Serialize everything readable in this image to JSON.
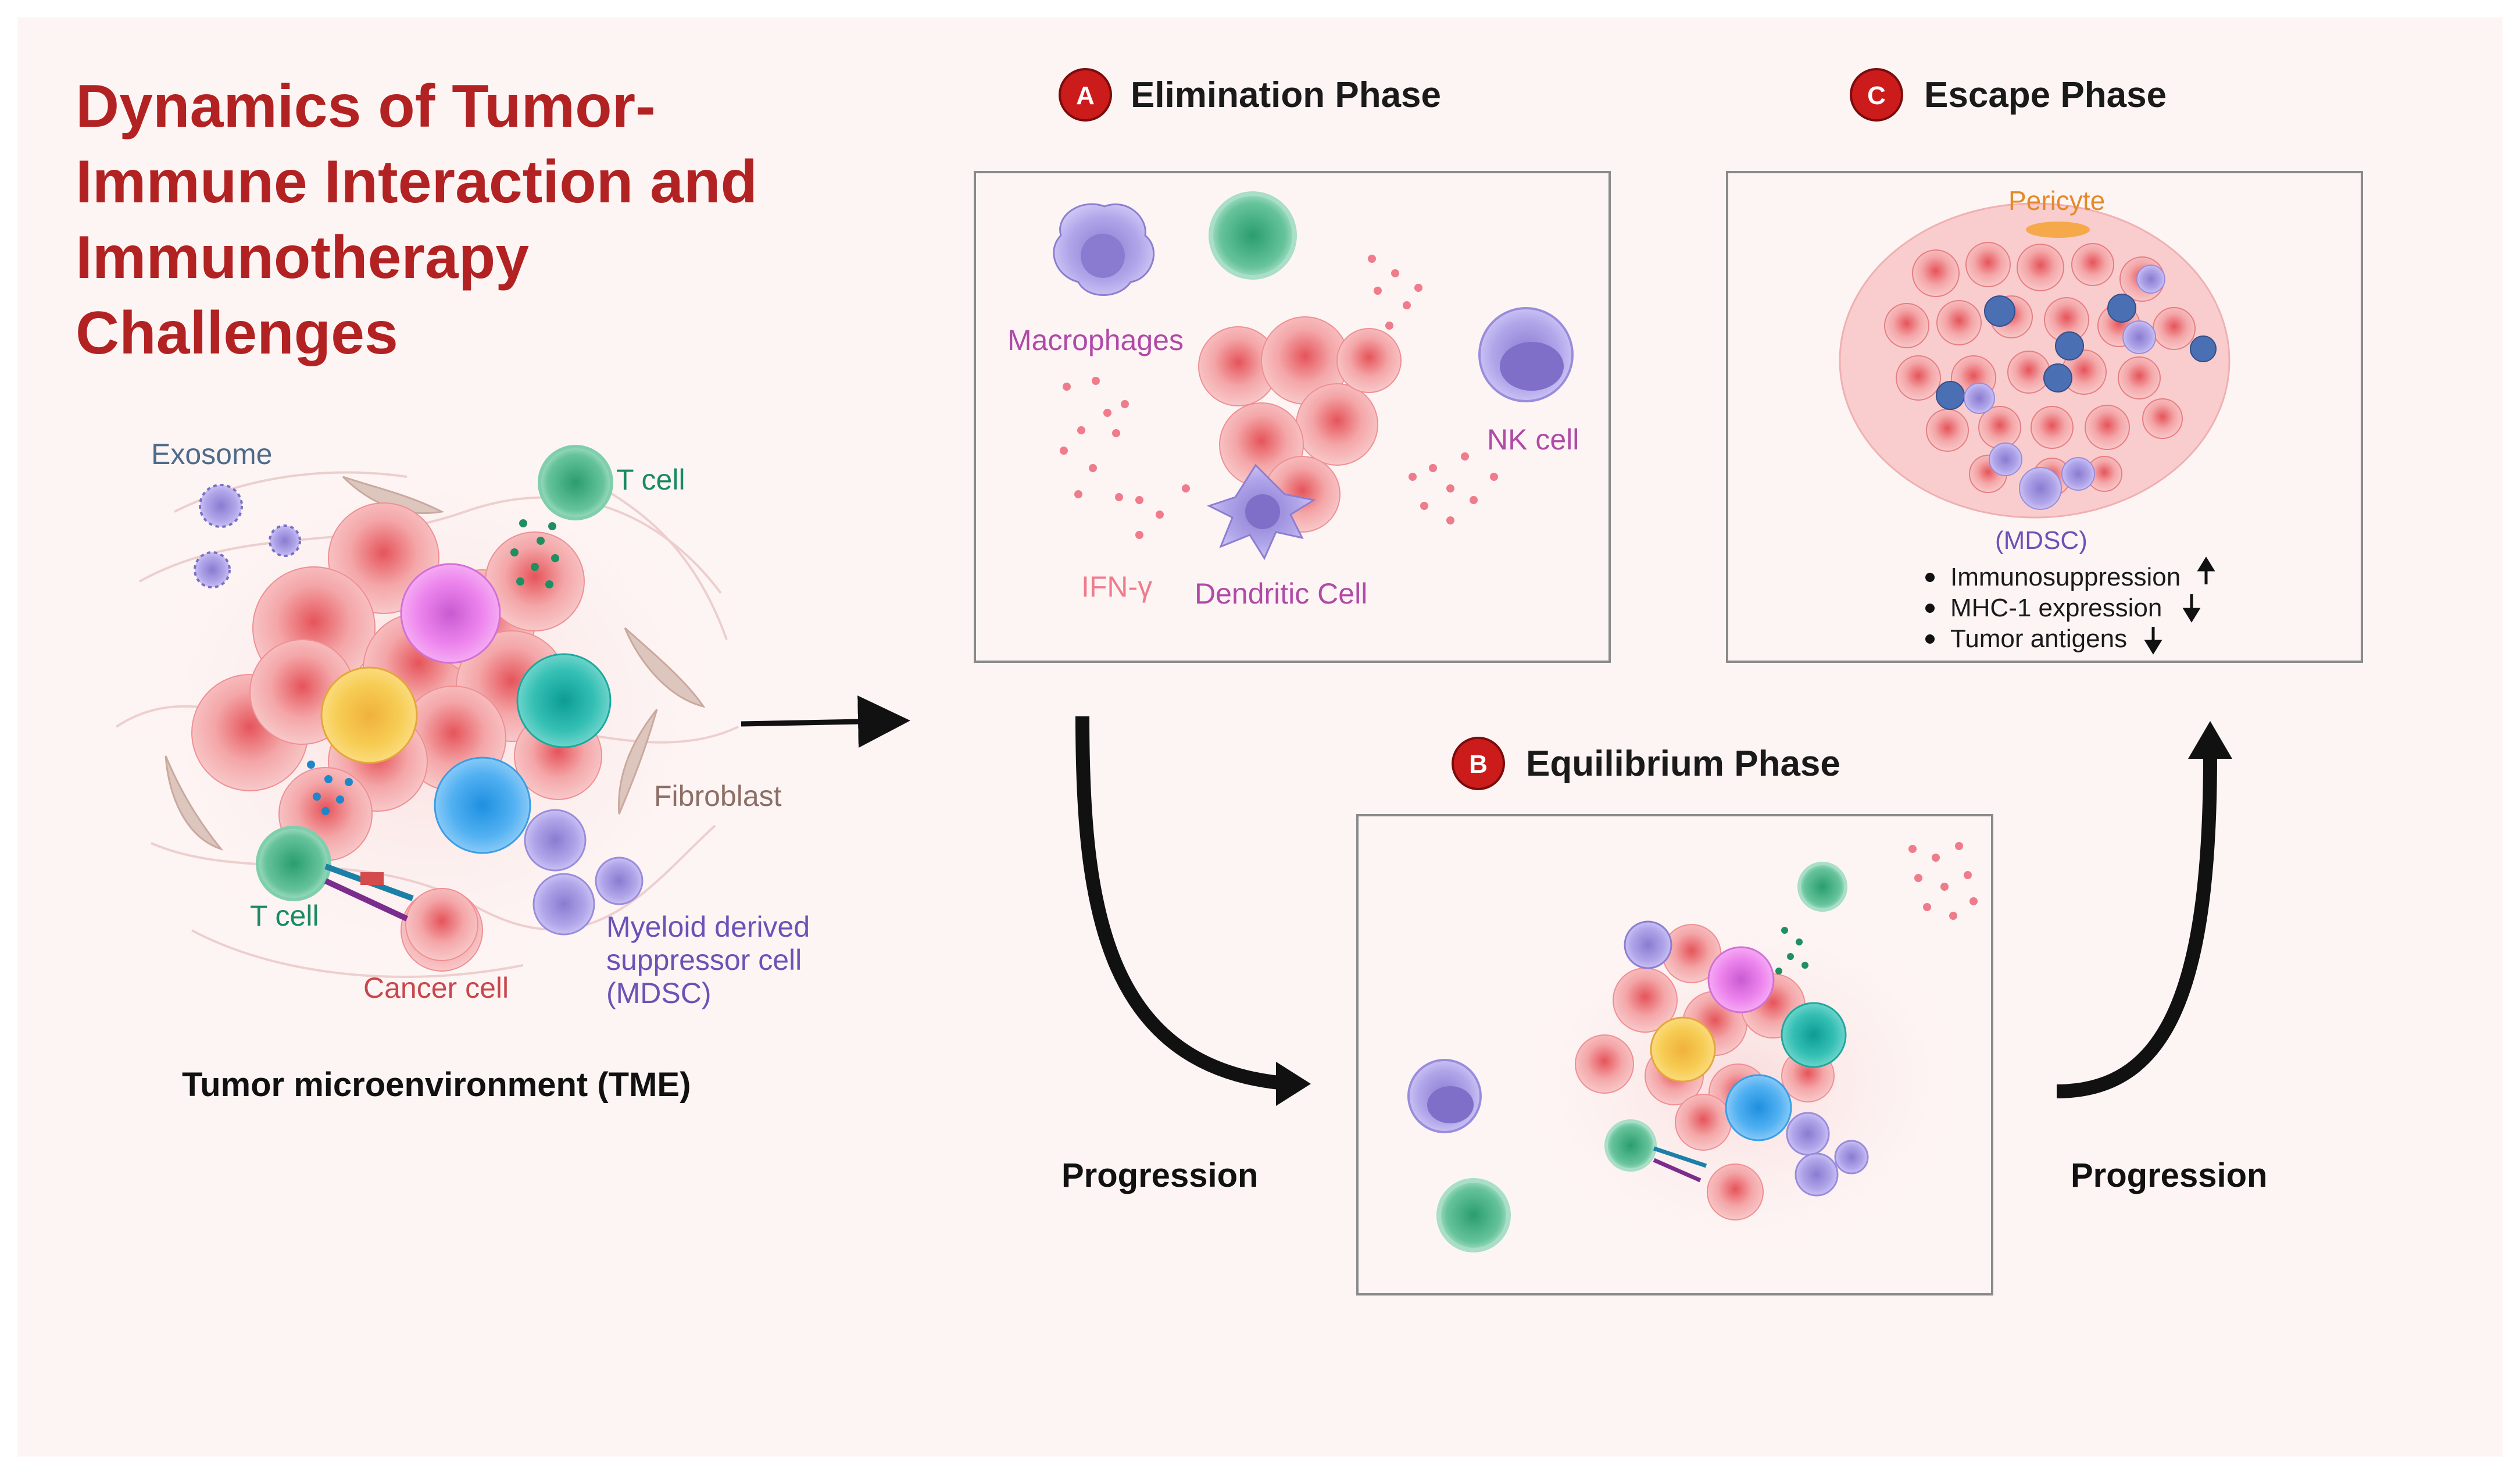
{
  "title_lines": [
    "Dynamics of Tumor-",
    "Immune Interaction and",
    "Immunotherapy",
    "Challenges"
  ],
  "tme": {
    "caption": "Tumor microenvironment (TME)",
    "labels": {
      "exosome": "Exosome",
      "t_cell_top": "T cell",
      "fibroblast": "Fibroblast",
      "t_cell_bottom": "T cell",
      "cancer_cell": "Cancer cell",
      "mdsc_line1": "Myeloid derived",
      "mdsc_line2": "suppressor cell",
      "mdsc_line3": "(MDSC)"
    }
  },
  "phases": {
    "elimination": {
      "badge": "A",
      "title": "Elimination Phase",
      "labels": {
        "macrophages": "Macrophages",
        "nk_cell": "NK cell",
        "ifn": "IFN-γ",
        "dendritic": "Dendritic Cell"
      }
    },
    "equilibrium": {
      "badge": "B",
      "title": "Equilibrium Phase"
    },
    "escape": {
      "badge": "C",
      "title": "Escape Phase",
      "labels": {
        "pericyte": "Pericyte",
        "mdsc": "(MDSC)"
      },
      "bullets": [
        "Immunosuppression",
        "MHC-1 expression",
        "Tumor antigens"
      ]
    }
  },
  "arrows": {
    "progression_left": "Progression",
    "progression_right": "Progression"
  },
  "colors": {
    "title": "#b22222",
    "badge": "#cc1b1b",
    "background": "#fdf5f4",
    "tumor": "#f2a3a5",
    "t_cell": "#6fc3a1",
    "mdsc": "#a89be0",
    "fibroblast": "#ddc6be"
  }
}
